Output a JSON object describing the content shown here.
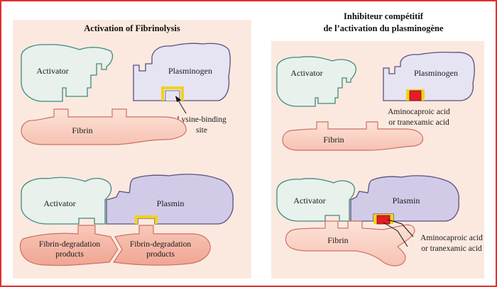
{
  "left_panel": {
    "title": "Activation of Fibrinolysis",
    "top": {
      "activator": "Activator",
      "plasminogen": "Plasminogen",
      "fibrin": "Fibrin",
      "lysine_label_1": "Lysine-binding",
      "lysine_label_2": "site"
    },
    "bottom": {
      "activator": "Activator",
      "plasmin": "Plasmin",
      "fdp_left_1": "Fibrin-degradation",
      "fdp_left_2": "products",
      "fdp_right_1": "Fibrin-degradation",
      "fdp_right_2": "products"
    }
  },
  "right_panel": {
    "title_line1": "Inhibiteur compétitif",
    "title_line2": "de l’activation du plasminogène",
    "top": {
      "activator": "Activator",
      "plasminogen": "Plasminogen",
      "fibrin": "Fibrin",
      "drug_label_1": "Aminocaproic acid",
      "drug_label_2": "or tranexamic acid"
    },
    "bottom": {
      "activator": "Activator",
      "plasmin": "Plasmin",
      "fibrin": "Fibrin",
      "drug_label_1": "Aminocaproic acid",
      "drug_label_2": "or tranexamic acid"
    }
  },
  "colors": {
    "frame_border": "#e03030",
    "panel_bg": "#fbe9df",
    "activator_fill": "#e8f1ec",
    "activator_stroke": "#3f8a80",
    "plasminogen_fill": "#e6e3f3",
    "plasmin_fill": "#d2cbe8",
    "enzyme_stroke": "#5a4f7e",
    "fibrin_fill": "#f9d3c6",
    "fibrin_stroke": "#cf6f62",
    "fdp_fill": "#f4b8a8",
    "site_yellow": "#f2d21b",
    "drug_red": "#e51c23"
  }
}
